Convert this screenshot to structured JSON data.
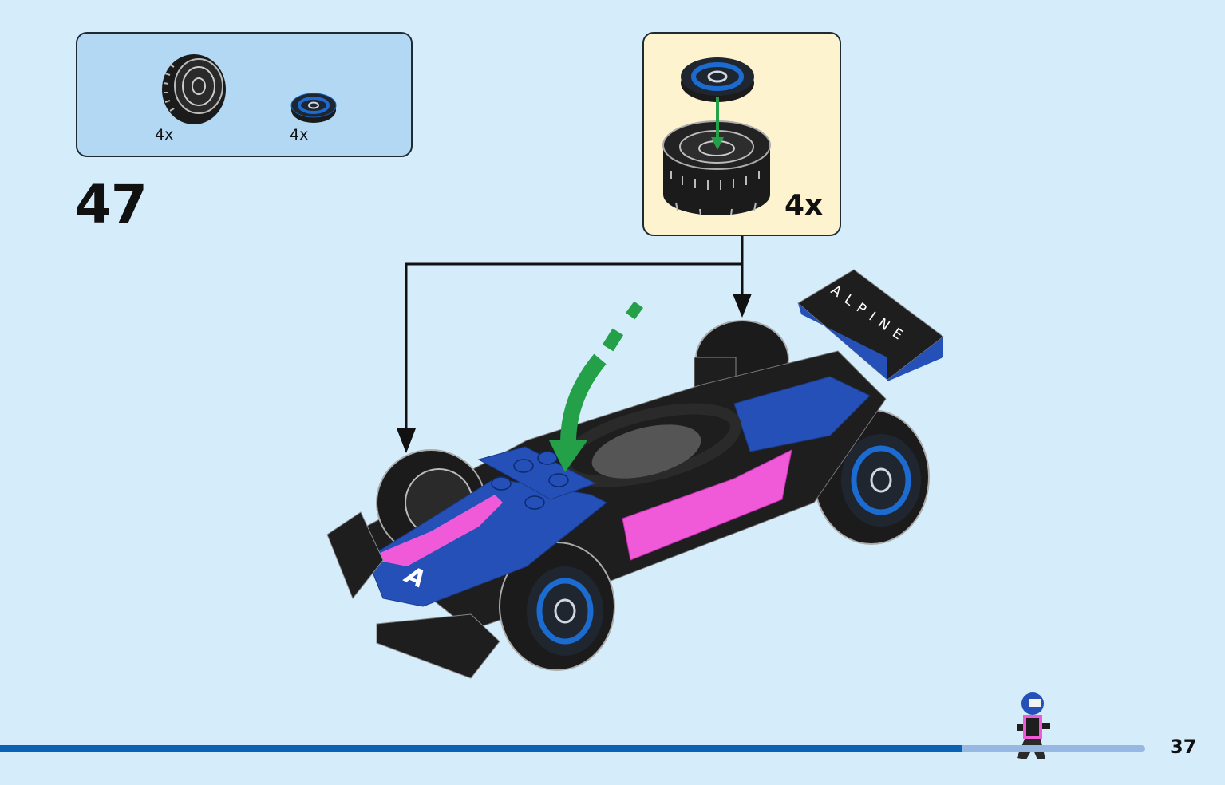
{
  "parts_list": {
    "items": [
      {
        "icon": "tire-icon",
        "quantity": "4x"
      },
      {
        "icon": "round-tile-icon",
        "quantity": "4x"
      }
    ]
  },
  "step": {
    "number": "47"
  },
  "sub_assembly": {
    "quantity": "4x"
  },
  "model": {
    "wing_text": "ALPINE",
    "nose_logo": "A"
  },
  "page": {
    "number": "37"
  },
  "progress": {
    "fraction": 0.84
  },
  "colors": {
    "background": "#d5ecfb",
    "parts_box": "#b3d8f4",
    "sub_box": "#fdf3cf",
    "car_blue": "#2450b8",
    "car_pink": "#f05ad8",
    "car_black": "#1e1e1e",
    "arrow_green": "#24a048",
    "progress_fill": "#0a62b4"
  }
}
